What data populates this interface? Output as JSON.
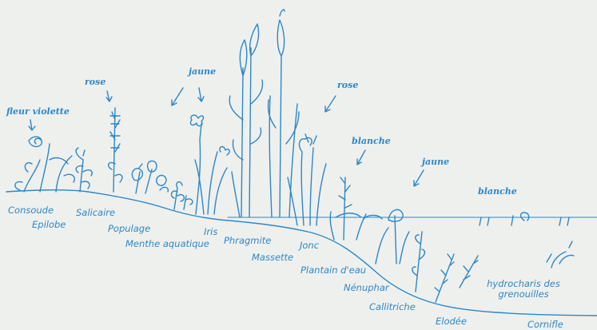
{
  "header_fragment": "",
  "colors": {
    "ink": "#2f86c6",
    "background": "#eef0ee"
  },
  "color_labels": {
    "violet": "fleur violette",
    "rose1": "rose",
    "jaune1": "jaune",
    "rose2": "rose",
    "blanche1": "blanche",
    "jaune2": "jaune",
    "blanche2": "blanche"
  },
  "plants": {
    "consoude": "Consoude",
    "epilobe": "Epilobe",
    "salicaire": "Salicaire",
    "populage": "Populage",
    "menthe": "Menthe aquatique",
    "iris": "Iris",
    "phragmite": "Phragmite",
    "massette": "Massette",
    "jonc": "Jonc",
    "plantain": "Plantain d'eau",
    "nenuphar": "Nénuphar",
    "callitriche": "Callitriche",
    "hydrocharis": "hydrocharis des grenouilles",
    "elodee": "Elodée",
    "cornifle": "Cornifle"
  }
}
